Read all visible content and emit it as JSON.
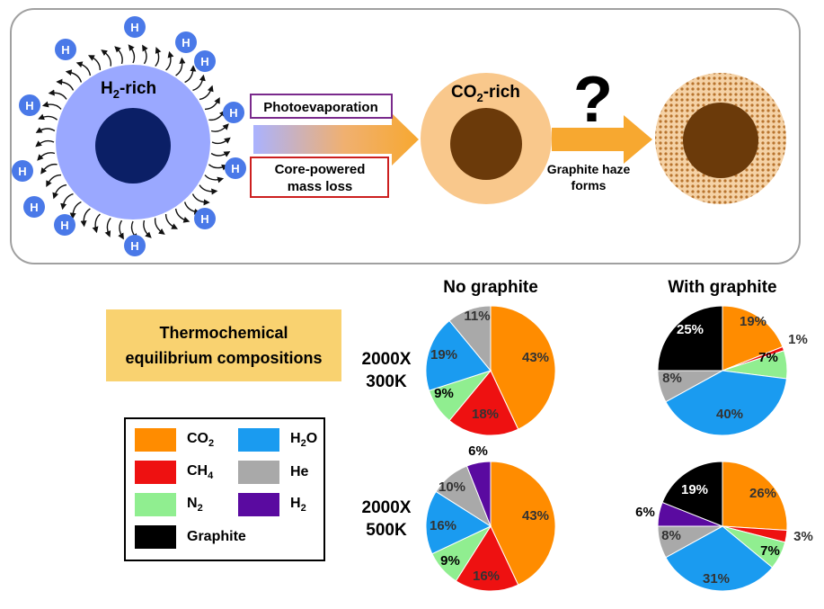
{
  "top_panel": {
    "planet1_label": "H",
    "planet1_label_sub": "2",
    "planet1_label_suffix": "-rich",
    "h_atom_label": "H",
    "photoevaporation_label": "Photoevaporation",
    "core_powered_label_line1": "Core-powered",
    "core_powered_label_line2": "mass loss",
    "planet2_label": "CO",
    "planet2_label_sub": "2",
    "planet2_label_suffix": "-rich",
    "question_mark": "?",
    "haze_label_line1": "Graphite haze",
    "haze_label_line2": "forms",
    "colors": {
      "h2_envelope": "#9aa8ff",
      "core_dark_blue": "#0b1f66",
      "h_atom": "#4a79e8",
      "co2_envelope": "#f9c88c",
      "core_brown": "#6b3a0a",
      "arrow_orange": "#f7a830",
      "photo_box": "#7a2a8c",
      "core_box": "#cc1f1f",
      "haze_pattern": "#c9853a"
    }
  },
  "thermo": {
    "line1": "Thermochemical",
    "line2": "equilibrium compositions"
  },
  "column_headers": {
    "no_graphite": "No graphite",
    "with_graphite": "With graphite"
  },
  "row_labels": {
    "row1_line1": "2000X",
    "row1_line2": "300K",
    "row2_line1": "2000X",
    "row2_line2": "500K"
  },
  "legend": {
    "items": [
      {
        "label": "CO",
        "sub": "2",
        "color": "#ff8c00"
      },
      {
        "label": "H",
        "sub": "2",
        "suffix": "O",
        "color": "#1a9bf0"
      },
      {
        "label": "CH",
        "sub": "4",
        "color": "#ee1111"
      },
      {
        "label": "He",
        "sub": "",
        "color": "#a9a9a9"
      },
      {
        "label": "N",
        "sub": "2",
        "color": "#90ee90"
      },
      {
        "label": "H",
        "sub": "2",
        "color": "#5a0aa0"
      },
      {
        "label": "Graphite",
        "sub": "",
        "color": "#000000"
      }
    ]
  },
  "chart_data": [
    {
      "type": "pie",
      "title": "No graphite",
      "row": "2000X 300K",
      "slices": [
        {
          "name": "CO2",
          "value": 43,
          "label": "43%",
          "color": "#ff8c00"
        },
        {
          "name": "CH4",
          "value": 18,
          "label": "18%",
          "color": "#ee1111"
        },
        {
          "name": "N2",
          "value": 9,
          "label": "9%",
          "color": "#90ee90"
        },
        {
          "name": "H2O",
          "value": 19,
          "label": "19%",
          "color": "#1a9bf0"
        },
        {
          "name": "He",
          "value": 11,
          "label": "11%",
          "color": "#a9a9a9"
        }
      ]
    },
    {
      "type": "pie",
      "title": "With graphite",
      "row": "2000X 300K",
      "slices": [
        {
          "name": "CO2",
          "value": 19,
          "label": "19%",
          "color": "#ff8c00"
        },
        {
          "name": "CH4",
          "value": 1,
          "label": "1%",
          "color": "#ee1111"
        },
        {
          "name": "N2",
          "value": 7,
          "label": "7%",
          "color": "#90ee90"
        },
        {
          "name": "H2O",
          "value": 40,
          "label": "40%",
          "color": "#1a9bf0"
        },
        {
          "name": "He",
          "value": 8,
          "label": "8%",
          "color": "#a9a9a9"
        },
        {
          "name": "Graphite",
          "value": 25,
          "label": "25%",
          "color": "#000000"
        }
      ]
    },
    {
      "type": "pie",
      "title": "No graphite",
      "row": "2000X 500K",
      "slices": [
        {
          "name": "CO2",
          "value": 43,
          "label": "43%",
          "color": "#ff8c00"
        },
        {
          "name": "CH4",
          "value": 16,
          "label": "16%",
          "color": "#ee1111"
        },
        {
          "name": "N2",
          "value": 9,
          "label": "9%",
          "color": "#90ee90"
        },
        {
          "name": "H2O",
          "value": 16,
          "label": "16%",
          "color": "#1a9bf0"
        },
        {
          "name": "He",
          "value": 10,
          "label": "10%",
          "color": "#a9a9a9"
        },
        {
          "name": "H2",
          "value": 6,
          "label": "6%",
          "color": "#5a0aa0"
        }
      ]
    },
    {
      "type": "pie",
      "title": "With graphite",
      "row": "2000X 500K",
      "slices": [
        {
          "name": "CO2",
          "value": 26,
          "label": "26%",
          "color": "#ff8c00"
        },
        {
          "name": "CH4",
          "value": 3,
          "label": "3%",
          "color": "#ee1111"
        },
        {
          "name": "N2",
          "value": 7,
          "label": "7%",
          "color": "#90ee90"
        },
        {
          "name": "H2O",
          "value": 31,
          "label": "31%",
          "color": "#1a9bf0"
        },
        {
          "name": "He",
          "value": 8,
          "label": "8%",
          "color": "#a9a9a9"
        },
        {
          "name": "H2",
          "value": 6,
          "label": "6%",
          "color": "#5a0aa0"
        },
        {
          "name": "Graphite",
          "value": 19,
          "label": "19%",
          "color": "#000000"
        }
      ]
    }
  ]
}
